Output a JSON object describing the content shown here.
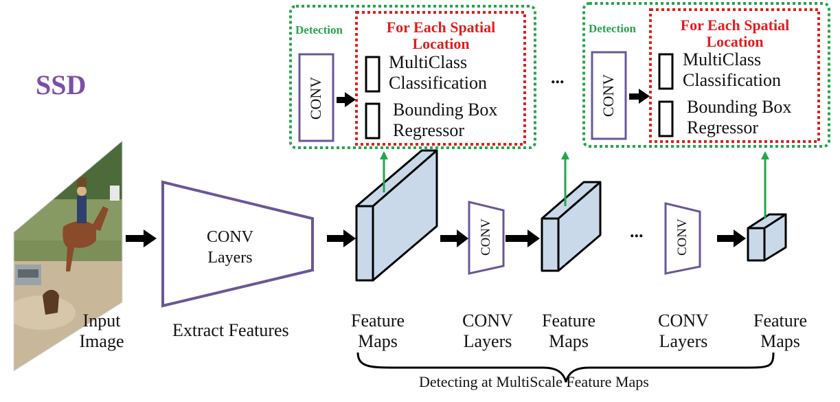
{
  "title": "SSD",
  "colors": {
    "title": "#7b4fa6",
    "conv_outline": "#6a5796",
    "feature_fill": "#c9d9ea",
    "detection_border": "#22a64a",
    "location_border": "#e01e1e",
    "arrow": "#000000",
    "upward_arrow": "#22a64a"
  },
  "pipeline": {
    "input_label_1": "Input",
    "input_label_2": "Image",
    "extractor_text_1": "CONV",
    "extractor_text_2": "Layers",
    "extractor_caption": "Extract Features",
    "feature_maps_1": "Feature",
    "feature_maps_2": "Maps",
    "conv_small_text": "CONV",
    "conv_layers_1": "CONV",
    "conv_layers_2": "Layers",
    "ellipsis": "..."
  },
  "detection_heads": [
    {
      "detection_label": "Detection",
      "conv_text": "CONV",
      "location_title_1": "For Each Spatial",
      "location_title_2": "Location",
      "classification_1": "MultiClass",
      "classification_2": "Classification",
      "regressor_1": "Bounding Box",
      "regressor_2": "Regressor"
    },
    {
      "detection_label": "Detection",
      "conv_text": "CONV",
      "location_title_1": "For Each Spatial",
      "location_title_2": "Location",
      "classification_1": "MultiClass",
      "classification_2": "Classification",
      "regressor_1": "Bounding Box",
      "regressor_2": "Regressor"
    }
  ],
  "heads_ellipsis": "...",
  "bottom_caption": "Detecting at MultiScale Feature Maps"
}
